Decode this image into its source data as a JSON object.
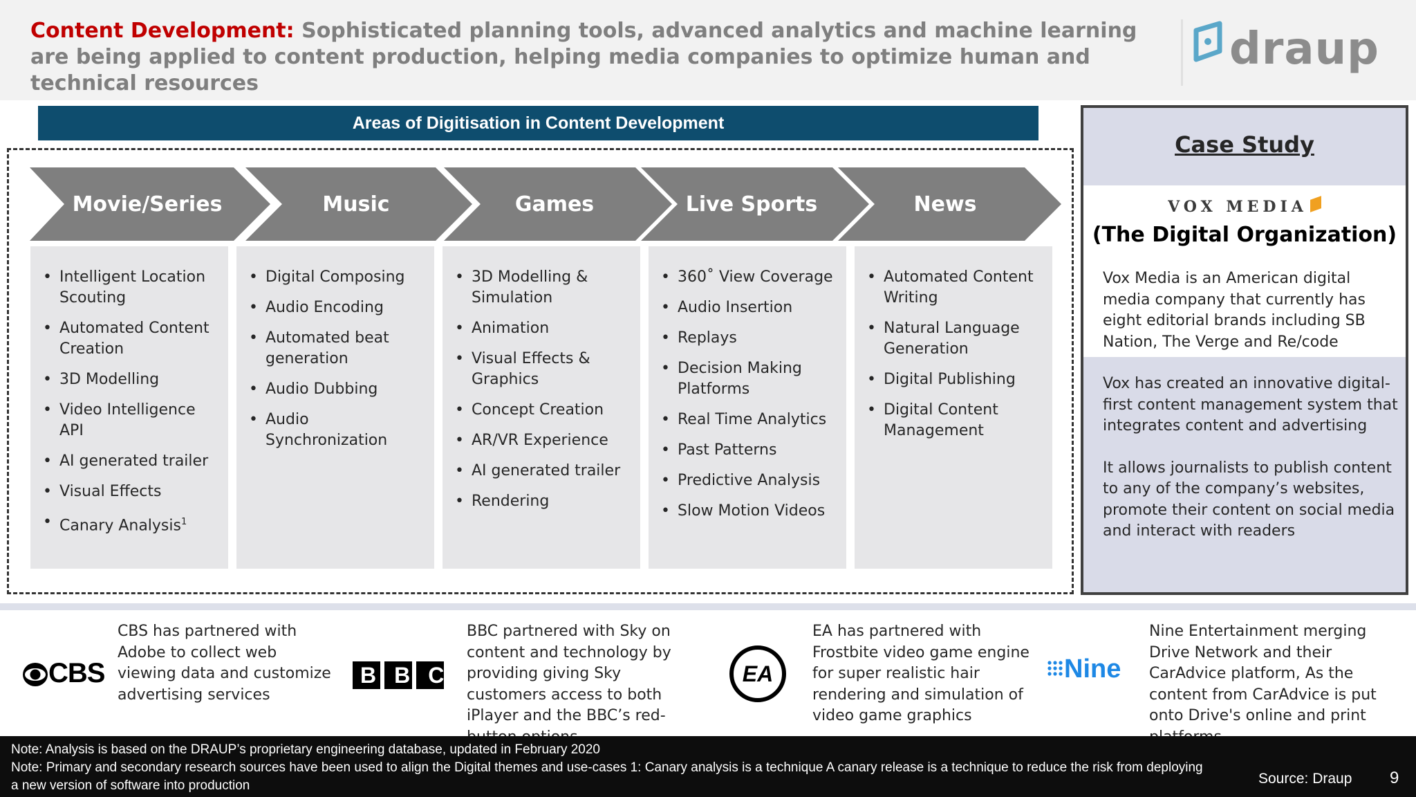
{
  "header": {
    "headline_lead": "Content Development:",
    "headline_rest": " Sophisticated planning tools, advanced analytics and machine learning are being applied to content production, helping media companies to optimize human and technical resources",
    "logo_text": "draup"
  },
  "areas_title": "Areas of Digitisation in Content Development",
  "columns": [
    {
      "label": "Movie/Series",
      "items": [
        "Intelligent Location Scouting",
        "Automated Content Creation",
        "3D Modelling",
        "Video Intelligence API",
        "AI generated trailer",
        "Visual Effects",
        "Canary Analysis"
      ],
      "footnote_mark": "1"
    },
    {
      "label": "Music",
      "items": [
        "Digital Composing",
        "Audio Encoding",
        "Automated beat generation",
        "Audio Dubbing",
        "Audio Synchronization"
      ]
    },
    {
      "label": "Games",
      "items": [
        "3D Modelling & Simulation",
        "Animation",
        "Visual Effects & Graphics",
        "Concept Creation",
        "AR/VR Experience",
        "AI generated trailer",
        "Rendering"
      ]
    },
    {
      "label": "Live Sports",
      "items": [
        "360˚ View Coverage",
        "Audio Insertion",
        "Replays",
        "Decision Making Platforms",
        "Real Time Analytics",
        "Past Patterns",
        "Predictive Analysis",
        "Slow Motion Videos"
      ]
    },
    {
      "label": "News",
      "items": [
        "Automated Content Writing",
        "Natural Language Generation",
        "Digital Publishing",
        "Digital Content Management"
      ]
    }
  ],
  "case_study": {
    "title": "Case Study",
    "company_logo": "VOX MEDIA",
    "subtitle": "(The Digital Organization)",
    "paragraphs": [
      "Vox Media is an American digital media company that currently has eight editorial brands including SB Nation, The Verge and Re/code",
      "Vox has created an innovative digital-first content management system that integrates content and advertising",
      "It allows journalists to publish content to any of the company’s websites, promote their content on social media and interact with readers"
    ]
  },
  "partners": [
    {
      "logo": "CBS",
      "text": "CBS has partnered with Adobe to collect web viewing data and customize advertising services"
    },
    {
      "logo": "BBC",
      "text": "BBC partnered with Sky on content and technology by providing giving Sky customers access to both iPlayer and the BBC’s red-button options"
    },
    {
      "logo": "EA",
      "text": "EA has partnered with Frostbite video game engine for super realistic hair rendering and simulation of video game graphics"
    },
    {
      "logo": "Nine",
      "text": "Nine Entertainment merging Drive Network and their CarAdvice platform, As the content from CarAdvice is put onto Drive's online and print platforms"
    }
  ],
  "footer": {
    "note1": "Note: Analysis is based on the DRAUP’s proprietary engineering database, updated in February 2020",
    "note2": "Note: Primary and secondary research sources have been used to align the Digital themes and use-cases  1: Canary analysis is a technique A canary release is a technique to reduce the risk from deploying",
    "note3": "a new version of software into production",
    "source": "Source: Draup",
    "page_number": "9"
  },
  "colors": {
    "accent_red": "#c00000",
    "title_bar": "#0e4d6e",
    "chevron": "#7f7f7f",
    "column_bg": "#e6e6e8",
    "case_bg": "#d9dbe8"
  }
}
